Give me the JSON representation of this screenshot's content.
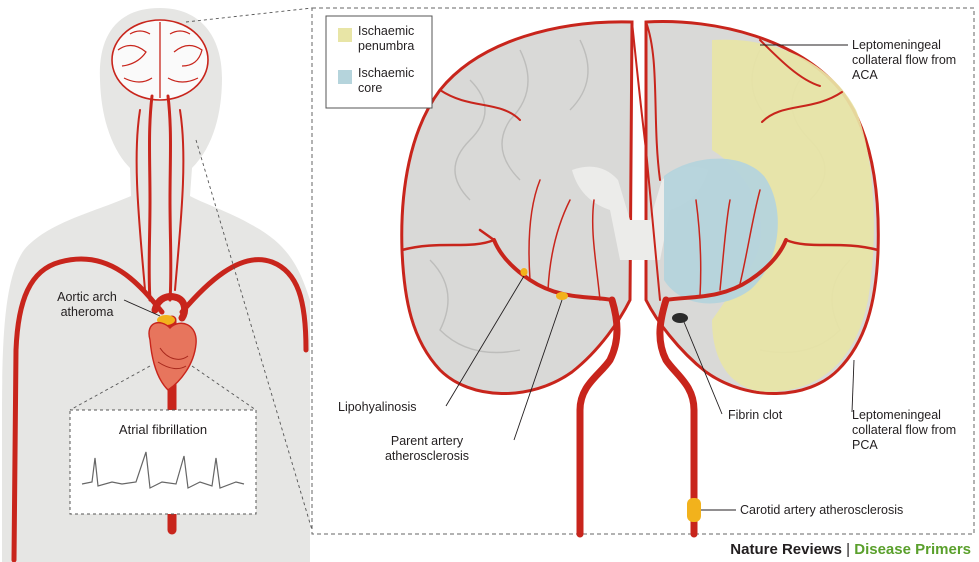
{
  "colors": {
    "artery": "#c8251c",
    "brain_gray": "#d9d9d7",
    "body_gray": "#e6e6e4",
    "penumbra": "#e8e5a6",
    "core": "#b5d4dc",
    "lesion": "#f2b21c",
    "brand_green": "#5aa02c"
  },
  "legend": {
    "penumbra_label": "Ischaemic penumbra",
    "core_label": "Ischaemic core"
  },
  "labels": {
    "aortic_arch": "Aortic arch atheroma",
    "atrial_fibrillation": "Atrial fibrillation",
    "lipohyalinosis": "Lipohyalinosis",
    "parent_artery": "Parent artery atherosclerosis",
    "fibrin_clot": "Fibrin clot",
    "carotid": "Carotid artery atherosclerosis",
    "aca_flow": "Leptomeningeal collateral flow from ACA",
    "pca_flow": "Leptomeningeal collateral flow from PCA"
  },
  "brand": {
    "journal": "Nature Reviews",
    "separator": "|",
    "series": "Disease Primers"
  }
}
